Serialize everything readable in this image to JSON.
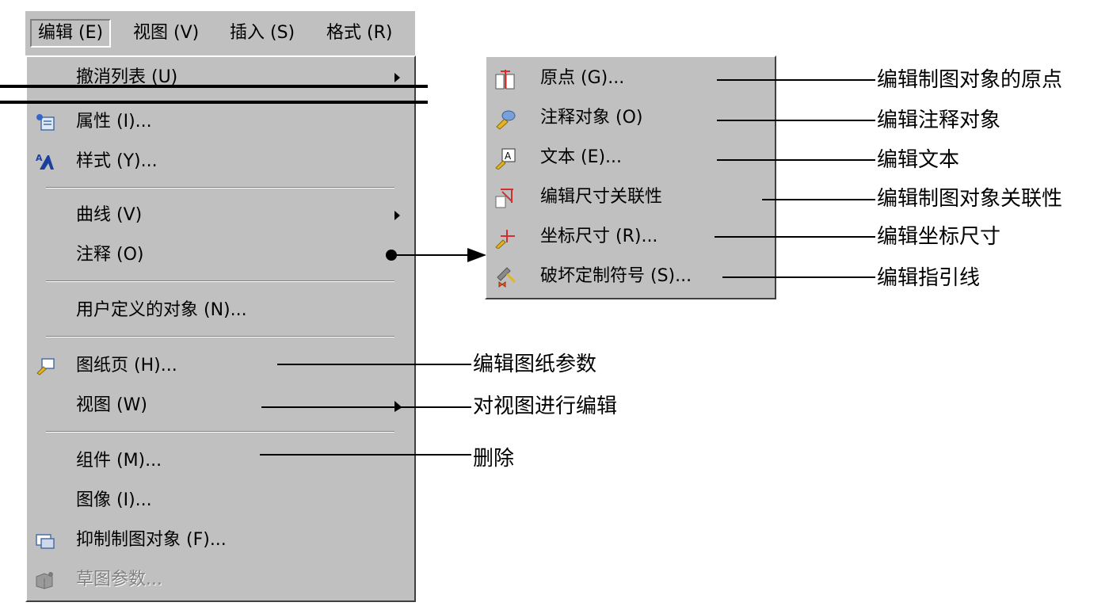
{
  "menubar": {
    "items": [
      {
        "label": "编辑 (E)",
        "active": true
      },
      {
        "label": "视图 (V)"
      },
      {
        "label": "插入 (S)"
      },
      {
        "label": "格式 (R)"
      }
    ]
  },
  "edit_menu": {
    "items": [
      {
        "label": "撤消列表 (U)",
        "submenu": true
      },
      {
        "label": "属性 (I)...",
        "icon": "properties-icon"
      },
      {
        "label": "样式 (Y)...",
        "icon": "style-icon"
      },
      {
        "label": "曲线 (V)",
        "submenu": true
      },
      {
        "label": "注释 (O)"
      },
      {
        "label": "用户定义的对象 (N)..."
      },
      {
        "label": "图纸页 (H)...",
        "icon": "sheet-icon"
      },
      {
        "label": "视图 (W)",
        "submenu": true
      },
      {
        "label": "组件 (M)..."
      },
      {
        "label": "图像 (I)..."
      },
      {
        "label": "抑制制图对象 (F)...",
        "icon": "suppress-icon"
      },
      {
        "label": "草图参数...",
        "icon": "sketch-params-icon",
        "disabled": true
      }
    ]
  },
  "annotation_submenu": {
    "items": [
      {
        "label": "原点 (G)...",
        "icon": "origin-icon"
      },
      {
        "label": "注释对象 (O)",
        "icon": "annotation-object-icon"
      },
      {
        "label": "文本 (E)...",
        "icon": "text-icon"
      },
      {
        "label": "编辑尺寸关联性",
        "icon": "dimension-association-icon"
      },
      {
        "label": "坐标尺寸 (R)...",
        "icon": "ordinate-dimension-icon"
      },
      {
        "label": "破坏定制符号 (S)...",
        "icon": "break-symbol-icon"
      }
    ]
  },
  "annotations": {
    "sub": [
      "编辑制图对象的原点",
      "编辑注释对象",
      "编辑文本",
      "编辑制图对象关联性",
      "编辑坐标尺寸",
      "编辑指引线"
    ],
    "sheet": "编辑图纸参数",
    "view": "对视图进行编辑",
    "component": "删除"
  },
  "colors": {
    "menu_face": "#c0c0c0",
    "disabled_text": "#808080"
  }
}
